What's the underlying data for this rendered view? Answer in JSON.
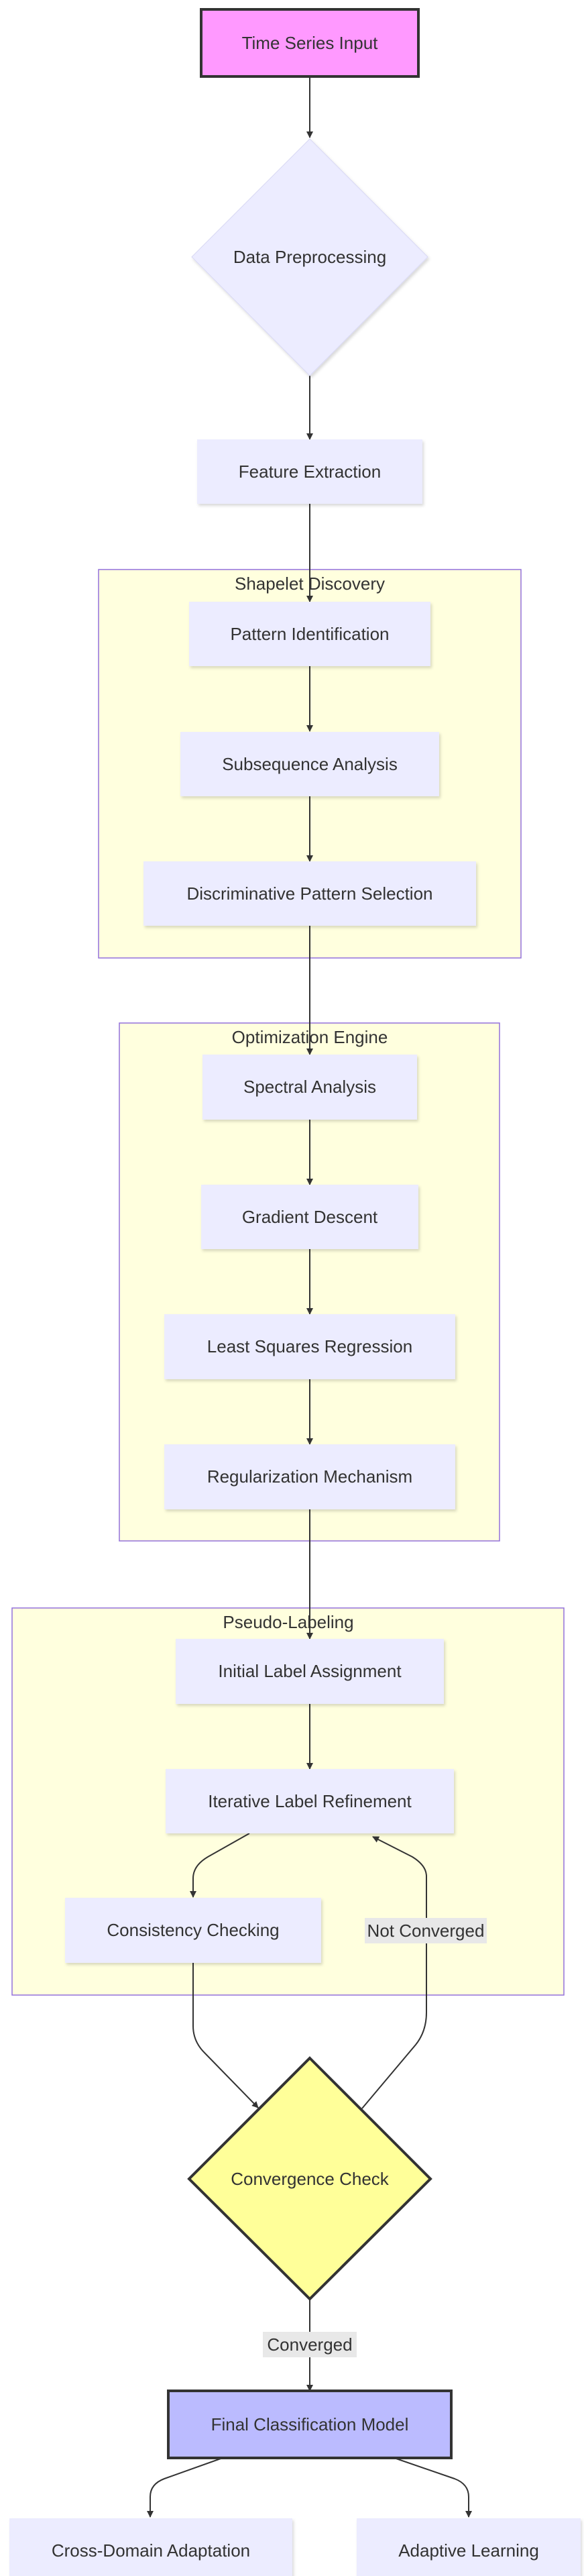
{
  "nodes": {
    "time_series_input": "Time Series Input",
    "data_preprocessing": "Data Preprocessing",
    "feature_extraction": "Feature Extraction",
    "pattern_identification": "Pattern Identification",
    "subsequence_analysis": "Subsequence Analysis",
    "discriminative_pattern_selection": "Discriminative Pattern Selection",
    "spectral_analysis": "Spectral Analysis",
    "gradient_descent": "Gradient Descent",
    "least_squares_regression": "Least Squares Regression",
    "regularization_mechanism": "Regularization Mechanism",
    "initial_label_assignment": "Initial Label Assignment",
    "iterative_label_refinement": "Iterative Label Refinement",
    "consistency_checking": "Consistency Checking",
    "convergence_check": "Convergence Check",
    "final_classification_model": "Final Classification Model",
    "cross_domain_adaptation": "Cross-Domain Adaptation",
    "adaptive_learning": "Adaptive Learning"
  },
  "groups": {
    "shapelet_discovery": "Shapelet Discovery",
    "optimization_engine": "Optimization Engine",
    "pseudo_labeling": "Pseudo-Labeling"
  },
  "edge_labels": {
    "not_converged": "Not Converged",
    "converged": "Converged"
  },
  "colors": {
    "node_fill": "#ECECFF",
    "group_fill": "#FFFFDE",
    "group_stroke": "#9370DB",
    "start_fill": "#FF99FF",
    "decision_fill": "#FFFF99",
    "final_fill": "#BBBBFF",
    "edge": "#333333",
    "edge_label_bg": "#E8E8E8"
  }
}
